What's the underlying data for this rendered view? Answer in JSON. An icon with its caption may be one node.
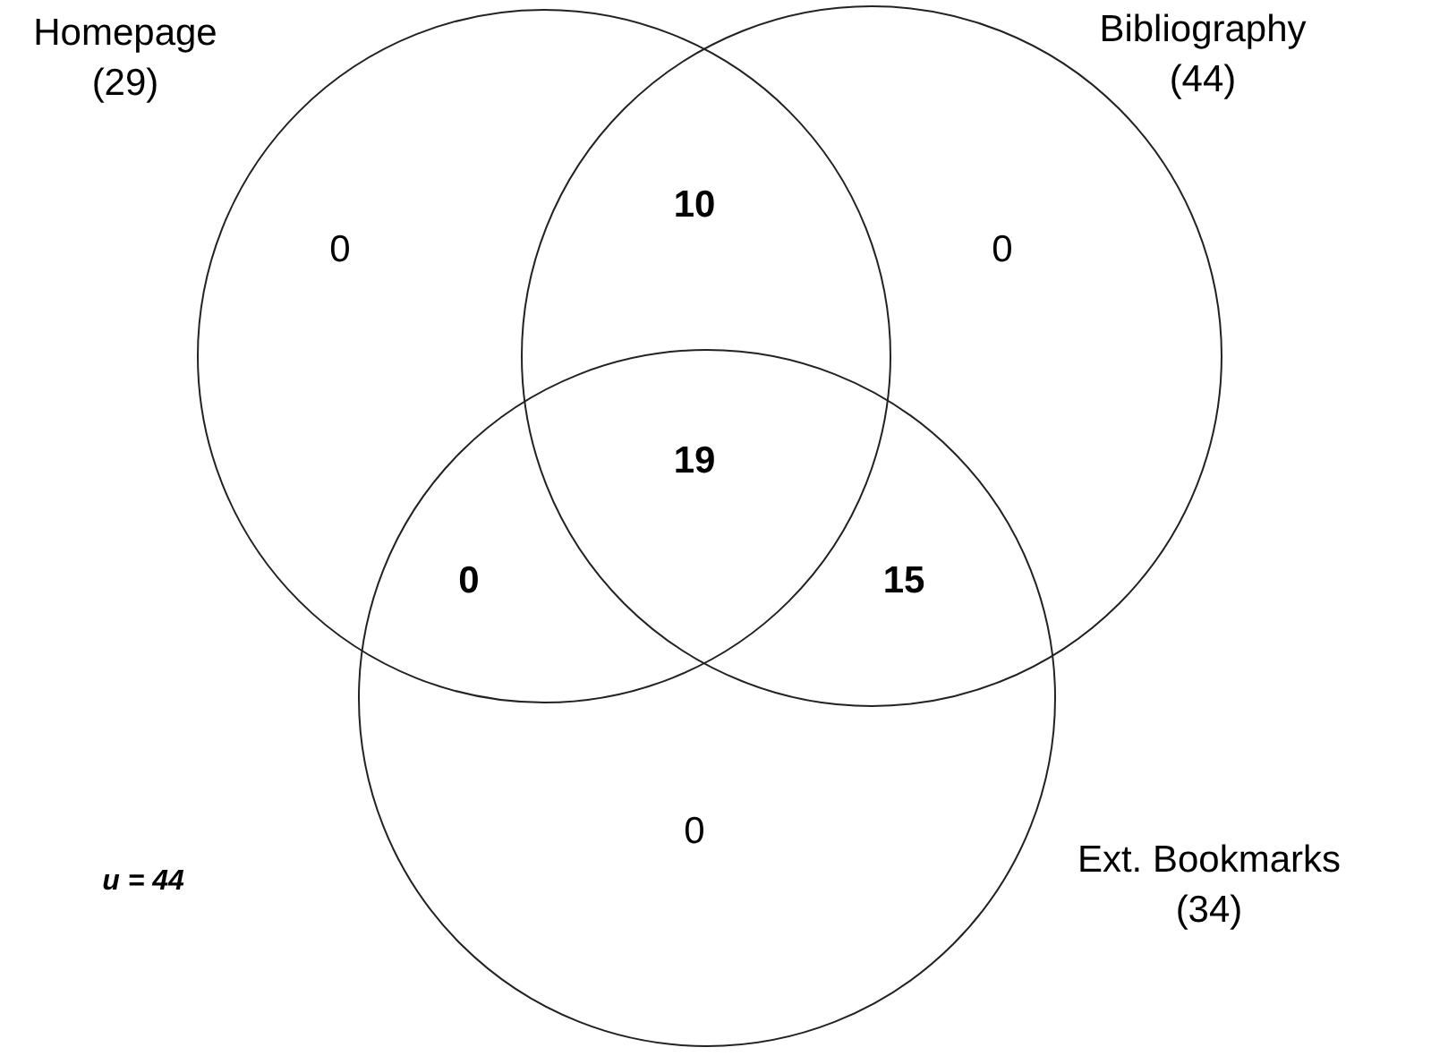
{
  "diagram": {
    "nodes": [
      {
        "text": [
          "Homepage (29)"
        ]
      },
      {
        "text": [
          "Bibliography (44)"
        ]
      },
      {
        "text": [
          "Ext. Bookmarks (34)"
        ]
      }
    ],
    "labels": [
      "10",
      "0",
      "0",
      "19",
      "0",
      "15",
      "0",
      "u = 44"
    ]
  }
}
